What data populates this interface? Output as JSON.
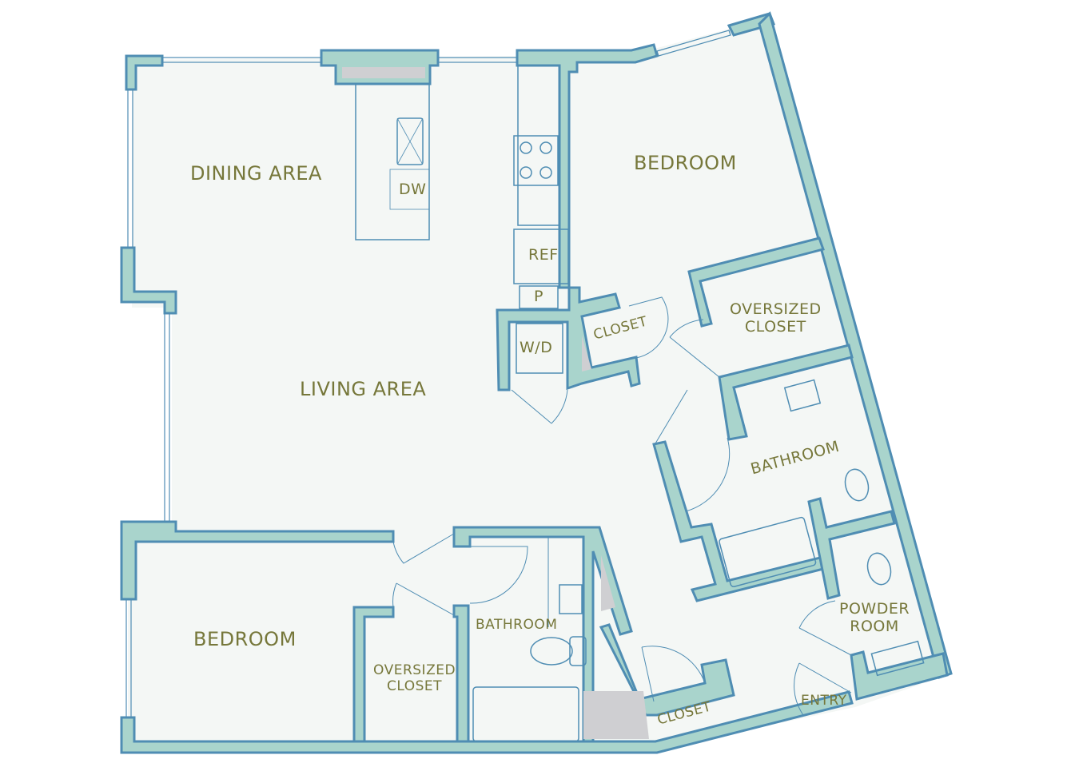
{
  "plan": {
    "colors": {
      "wall_fill": "#a9d4cc",
      "wall_stroke": "#4f8db3",
      "floor": "#f4f7f5",
      "text": "#76773a",
      "shaft": "#cfcfd2"
    },
    "rooms": {
      "dining": "DINING AREA",
      "living": "LIVING AREA",
      "bedroom_top": "BEDROOM",
      "bedroom_bottom": "BEDROOM",
      "oversized_closet_top_1": "OVERSIZED",
      "oversized_closet_top_2": "CLOSET",
      "oversized_closet_bottom_1": "OVERSIZED",
      "oversized_closet_bottom_2": "CLOSET",
      "closet_mid": "CLOSET",
      "closet_bottom": "CLOSET",
      "bathroom_right": "BATHROOM",
      "bathroom_bottom": "BATHROOM",
      "powder_1": "POWDER",
      "powder_2": "ROOM",
      "entry": "ENTRY"
    },
    "appliances": {
      "dishwasher": "DW",
      "refrigerator": "REF",
      "pantry": "P",
      "washer_dryer": "W/D"
    }
  }
}
